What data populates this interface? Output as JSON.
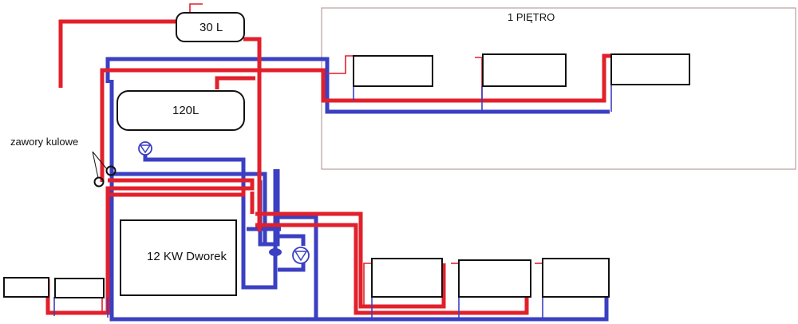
{
  "labels": {
    "tank_small": "30 L",
    "tank_large": "120L",
    "floor": "1 PIĘTRO",
    "valves": "zawory kulowe",
    "boiler": "12 KW Dworek"
  },
  "colors": {
    "supply": "#e2202b",
    "return": "#3b3fc2",
    "outline": "#111111"
  },
  "icons": [
    "pump-icon",
    "valve-icon",
    "radiator-icon"
  ]
}
